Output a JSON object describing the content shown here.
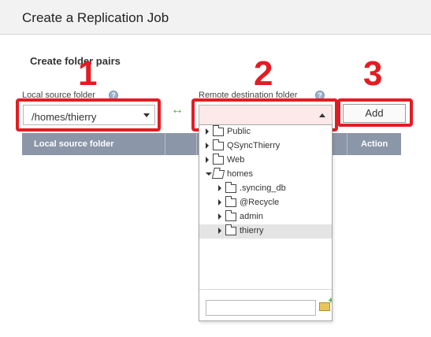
{
  "window": {
    "title": "Create a Replication Job"
  },
  "section": {
    "title": "Create folder pairs"
  },
  "local": {
    "label": "Local source folder",
    "selected": "/homes/thierry"
  },
  "remote": {
    "label": "Remote destination folder",
    "selected": ""
  },
  "add_button": {
    "label": "Add"
  },
  "step_numbers": [
    "1",
    "2",
    "3"
  ],
  "table": {
    "columns": [
      "Local source folder",
      "",
      "Action"
    ]
  },
  "tree": {
    "items": [
      {
        "label": "Public",
        "expanded": false,
        "depth": 0
      },
      {
        "label": "QSyncThierry",
        "expanded": false,
        "depth": 0
      },
      {
        "label": "Web",
        "expanded": false,
        "depth": 0
      },
      {
        "label": "homes",
        "expanded": true,
        "depth": 0
      },
      {
        "label": ".syncing_db",
        "expanded": false,
        "depth": 1
      },
      {
        "label": "@Recycle",
        "expanded": false,
        "depth": 1
      },
      {
        "label": "admin",
        "expanded": false,
        "depth": 1
      },
      {
        "label": "thierry",
        "expanded": false,
        "depth": 1,
        "selected": true
      }
    ]
  },
  "colors": {
    "highlight_red": "#e31c23",
    "table_header": "#8b96a8",
    "sync_arrow": "#4caf3a"
  },
  "icons": {
    "help": "question-mark-icon",
    "sync": "double-arrow-icon",
    "folder": "folder-icon",
    "new_folder": "new-folder-icon"
  }
}
